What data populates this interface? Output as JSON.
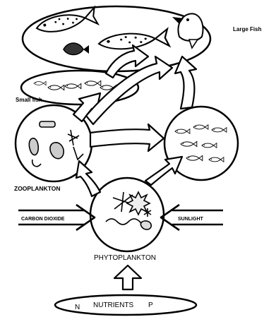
{
  "labels": {
    "large_fish": "Large Fish",
    "small_fish": "Small fish",
    "zooplankton": "ZOOPLANKTON",
    "carbon_dioxide": "CARBON DIOXIDE",
    "sunlight": "SUNLIGHT",
    "phytoplankton": "PHYTOPLANKTON",
    "nutrients": "NUTRIENTS",
    "nutrient_n": "N",
    "nutrient_p": "P"
  }
}
